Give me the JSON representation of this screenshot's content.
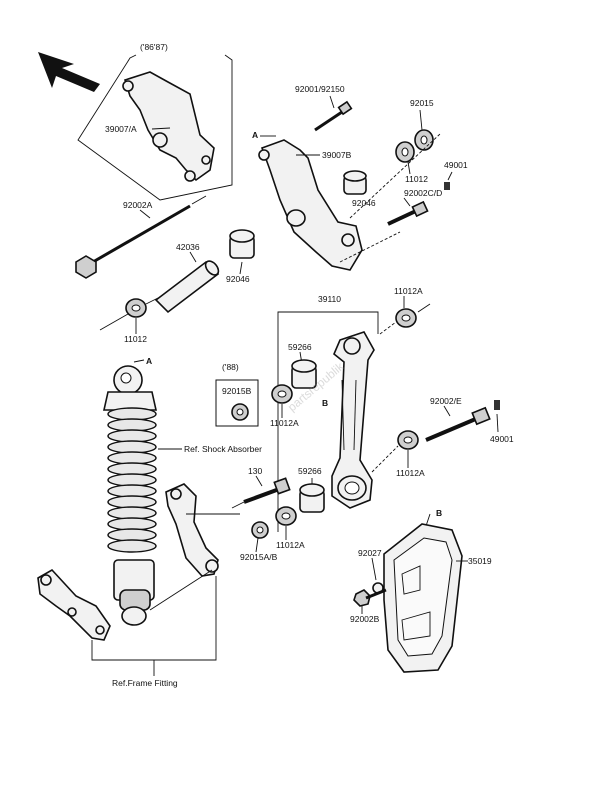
{
  "labels": {
    "year_86_87": "('86'87)",
    "p39007a": "39007/A",
    "p92001": "92001/92150",
    "p92015": "92015",
    "p39007b": "39007B",
    "p11012_top": "11012",
    "p49001_top": "49001",
    "p92002cd": "92002C/D",
    "p92046_top": "92046",
    "p92002a": "92002A",
    "p42036": "42036",
    "p92046_mid": "92046",
    "p11012_left": "11012",
    "p39110": "39110",
    "p11012a_r": "11012A",
    "p59266_top": "59266",
    "year_88": "('88)",
    "p92015b": "92015B",
    "p11012a_mid": "11012A",
    "p92002e": "92002/E",
    "p49001_r": "49001",
    "ref_shock": "Ref. Shock Absorber",
    "p130": "130",
    "p59266_bot": "59266",
    "p11012a_r2": "11012A",
    "p11012a_bot": "11012A",
    "p92015ab": "92015A/B",
    "p92027": "92027",
    "p35019": "35019",
    "p92002b": "92002B",
    "ref_frame": "Ref.Frame Fitting",
    "call_a1": "A",
    "call_a2": "A",
    "call_b1": "B",
    "call_b2": "B",
    "watermark": "partsrepublik"
  }
}
